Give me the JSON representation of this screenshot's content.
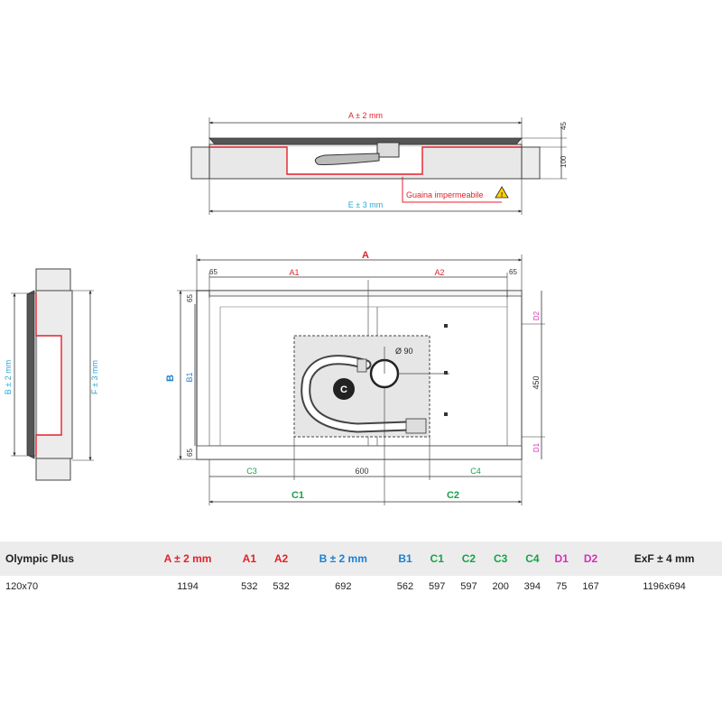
{
  "colors": {
    "red": "#e5202a",
    "blue": "#1e7fd0",
    "cyan": "#29a8d8",
    "green": "#18a24a",
    "magenta": "#d62fb8",
    "line": "#333333",
    "fill_gray": "#e6e6e6"
  },
  "section_view": {
    "dim_a": "A ± 2 mm",
    "dim_e": "E ± 3 mm",
    "dim_45": "45",
    "dim_100": "100",
    "membrane_label": "Guaina impermeabile"
  },
  "side_view": {
    "dim_b": "B ± 2 mm",
    "dim_f": "F ± 3 mm"
  },
  "plan_view": {
    "label_a": "A",
    "label_a1": "A1",
    "label_a2": "A2",
    "label_65_left": "65",
    "label_65_right": "65",
    "label_65_top": "65",
    "label_65_bottom": "65",
    "label_b": "B",
    "label_b1": "B1",
    "label_d1": "D1",
    "label_d2": "D2",
    "label_450": "450",
    "label_diameter": "Ø 90",
    "label_c_badge": "C",
    "label_c3": "C3",
    "label_600": "600",
    "label_c4": "C4",
    "label_c1": "C1",
    "label_c2": "C2"
  },
  "table": {
    "headers": [
      {
        "label": "Olympic Plus",
        "color": "#222222"
      },
      {
        "label": "A ± 2 mm",
        "color": "#e5202a"
      },
      {
        "label": "A1",
        "color": "#e5202a"
      },
      {
        "label": "A2",
        "color": "#e5202a"
      },
      {
        "label": "B ± 2 mm",
        "color": "#1e7fd0"
      },
      {
        "label": "B1",
        "color": "#1e7fd0"
      },
      {
        "label": "C1",
        "color": "#18a24a"
      },
      {
        "label": "C2",
        "color": "#18a24a"
      },
      {
        "label": "C3",
        "color": "#18a24a"
      },
      {
        "label": "C4",
        "color": "#18a24a"
      },
      {
        "label": "D1",
        "color": "#d62fb8"
      },
      {
        "label": "D2",
        "color": "#d62fb8"
      },
      {
        "label": "ExF ± 4 mm",
        "color": "#222222"
      }
    ],
    "rows": [
      [
        "120x70",
        "1194",
        "532",
        "532",
        "692",
        "562",
        "597",
        "597",
        "200",
        "394",
        "75",
        "167",
        "1196x694"
      ]
    ]
  }
}
